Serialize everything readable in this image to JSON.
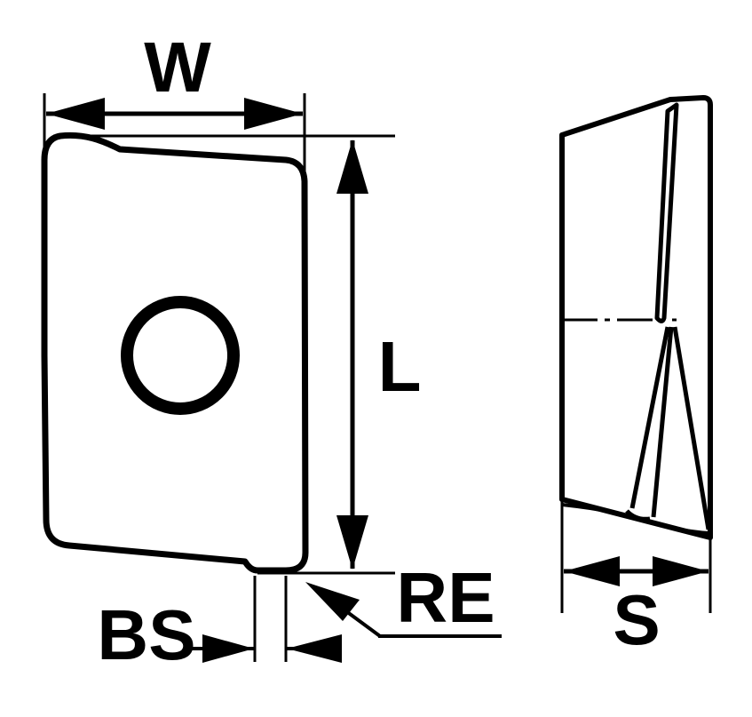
{
  "labels": {
    "W": "W",
    "L": "L",
    "BS": "BS",
    "RE": "RE",
    "S": "S"
  },
  "colors": {
    "stroke": "#000000",
    "background": "#ffffff"
  }
}
